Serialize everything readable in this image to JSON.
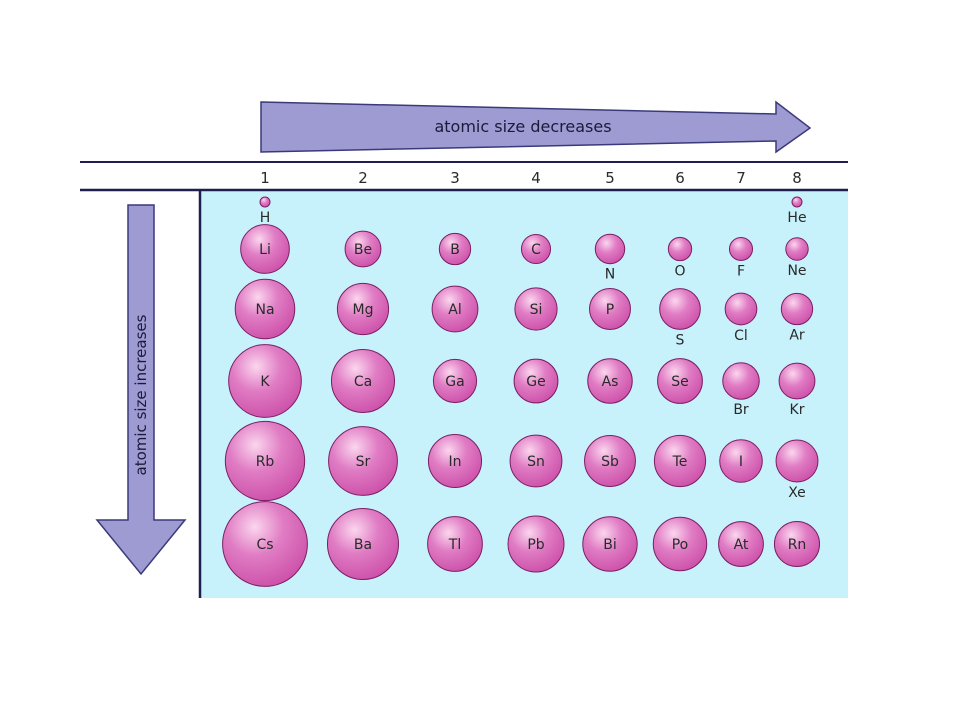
{
  "arrows": {
    "horizontal_label": "atomic size decreases",
    "vertical_label": "atomic size increases",
    "fill_color": "#9d9bd2",
    "stroke_color": "#3a3a7a"
  },
  "groups": [
    "1",
    "2",
    "3",
    "4",
    "5",
    "6",
    "7",
    "8"
  ],
  "colors": {
    "panel": "#c8f2fb",
    "rule": "#1e1e50",
    "atom_base": "#cc4fa8",
    "atom_highlight": "#fbd6ee",
    "atom_stroke": "#7a1f63",
    "text": "#2a2a2a"
  },
  "periods": [
    [
      {
        "symbol": "H",
        "radius_pm": 37,
        "label_pos": "below"
      },
      null,
      null,
      null,
      null,
      null,
      null,
      {
        "symbol": "He",
        "radius_pm": 32,
        "label_pos": "below"
      }
    ],
    [
      {
        "symbol": "Li",
        "radius_pm": 152,
        "label_pos": "inside"
      },
      {
        "symbol": "Be",
        "radius_pm": 112,
        "label_pos": "inside"
      },
      {
        "symbol": "B",
        "radius_pm": 98,
        "label_pos": "inside"
      },
      {
        "symbol": "C",
        "radius_pm": 91,
        "label_pos": "inside"
      },
      {
        "symbol": "N",
        "radius_pm": 92,
        "label_pos": "below"
      },
      {
        "symbol": "O",
        "radius_pm": 73,
        "label_pos": "below"
      },
      {
        "symbol": "F",
        "radius_pm": 72,
        "label_pos": "below"
      },
      {
        "symbol": "Ne",
        "radius_pm": 70,
        "label_pos": "below"
      }
    ],
    [
      {
        "symbol": "Na",
        "radius_pm": 186,
        "label_pos": "inside"
      },
      {
        "symbol": "Mg",
        "radius_pm": 160,
        "label_pos": "inside"
      },
      {
        "symbol": "Al",
        "radius_pm": 143,
        "label_pos": "inside"
      },
      {
        "symbol": "Si",
        "radius_pm": 132,
        "label_pos": "inside"
      },
      {
        "symbol": "P",
        "radius_pm": 128,
        "label_pos": "inside"
      },
      {
        "symbol": "S",
        "radius_pm": 127,
        "label_pos": "below"
      },
      {
        "symbol": "Cl",
        "radius_pm": 99,
        "label_pos": "below"
      },
      {
        "symbol": "Ar",
        "radius_pm": 98,
        "label_pos": "below"
      }
    ],
    [
      {
        "symbol": "K",
        "radius_pm": 227,
        "label_pos": "inside"
      },
      {
        "symbol": "Ca",
        "radius_pm": 197,
        "label_pos": "inside"
      },
      {
        "symbol": "Ga",
        "radius_pm": 135,
        "label_pos": "inside"
      },
      {
        "symbol": "Ge",
        "radius_pm": 137,
        "label_pos": "inside"
      },
      {
        "symbol": "As",
        "radius_pm": 139,
        "label_pos": "inside"
      },
      {
        "symbol": "Se",
        "radius_pm": 140,
        "label_pos": "inside"
      },
      {
        "symbol": "Br",
        "radius_pm": 114,
        "label_pos": "below"
      },
      {
        "symbol": "Kr",
        "radius_pm": 112,
        "label_pos": "below"
      }
    ],
    [
      {
        "symbol": "Rb",
        "radius_pm": 248,
        "label_pos": "inside"
      },
      {
        "symbol": "Sr",
        "radius_pm": 215,
        "label_pos": "inside"
      },
      {
        "symbol": "In",
        "radius_pm": 166,
        "label_pos": "inside"
      },
      {
        "symbol": "Sn",
        "radius_pm": 162,
        "label_pos": "inside"
      },
      {
        "symbol": "Sb",
        "radius_pm": 159,
        "label_pos": "inside"
      },
      {
        "symbol": "Te",
        "radius_pm": 160,
        "label_pos": "inside"
      },
      {
        "symbol": "I",
        "radius_pm": 133,
        "label_pos": "inside"
      },
      {
        "symbol": "Xe",
        "radius_pm": 131,
        "label_pos": "below"
      }
    ],
    [
      {
        "symbol": "Cs",
        "radius_pm": 265,
        "label_pos": "inside"
      },
      {
        "symbol": "Ba",
        "radius_pm": 222,
        "label_pos": "inside"
      },
      {
        "symbol": "Tl",
        "radius_pm": 171,
        "label_pos": "inside"
      },
      {
        "symbol": "Pb",
        "radius_pm": 175,
        "label_pos": "inside"
      },
      {
        "symbol": "Bi",
        "radius_pm": 170,
        "label_pos": "inside"
      },
      {
        "symbol": "Po",
        "radius_pm": 167,
        "label_pos": "inside"
      },
      {
        "symbol": "At",
        "radius_pm": 140,
        "label_pos": "inside"
      },
      {
        "symbol": "Rn",
        "radius_pm": 141,
        "label_pos": "inside"
      }
    ]
  ]
}
